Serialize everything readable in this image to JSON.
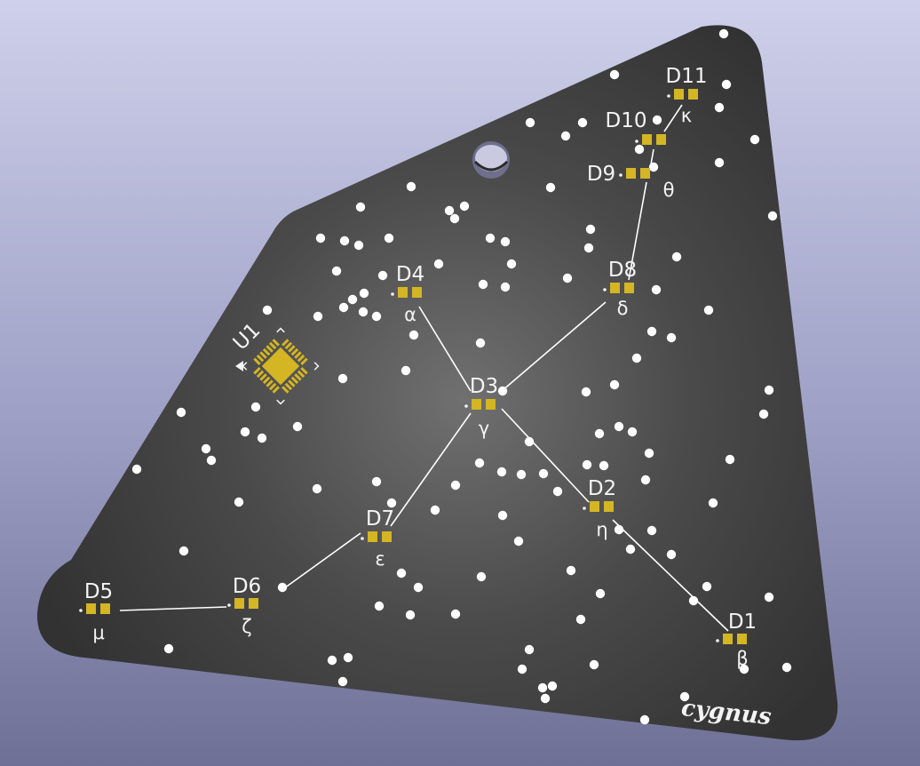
{
  "board": {
    "brand": "cygnus",
    "ic": {
      "ref": "U1"
    },
    "stars": [
      {
        "ref": "D1",
        "greek": "β"
      },
      {
        "ref": "D2",
        "greek": "η"
      },
      {
        "ref": "D3",
        "greek": "γ"
      },
      {
        "ref": "D4",
        "greek": "α"
      },
      {
        "ref": "D5",
        "greek": "μ"
      },
      {
        "ref": "D6",
        "greek": "ζ"
      },
      {
        "ref": "D7",
        "greek": "ε"
      },
      {
        "ref": "D8",
        "greek": "δ"
      },
      {
        "ref": "D9",
        "greek": "θ"
      },
      {
        "ref": "D10",
        "greek": ""
      },
      {
        "ref": "D11",
        "greek": "κ"
      }
    ]
  },
  "colors": {
    "board": "#3a3a3a",
    "board_center": "#6f6f6f",
    "silkscreen": "#f4f4f4",
    "pad": "#d4b524",
    "background": "#a7a9cd"
  }
}
